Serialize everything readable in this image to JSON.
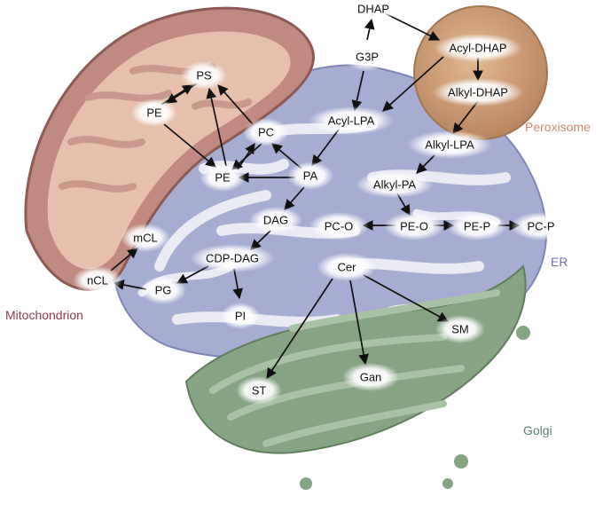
{
  "organelles": {
    "mitochondrion": {
      "label": "Mitochondrion",
      "color": "#8e3a4a"
    },
    "peroxisome": {
      "label": "Peroxisome",
      "color": "#c98e6b"
    },
    "er": {
      "label": "ER",
      "color": "#6d76a6"
    },
    "golgi": {
      "label": "Golgi",
      "color": "#5d7f7a"
    }
  },
  "lipids": {
    "dhap": "DHAP",
    "g3p": "G3P",
    "acyl_dhap": "Acyl-DHAP",
    "alkyl_dhap": "Alkyl-DHAP",
    "acyl_lpa": "Acyl-LPA",
    "alkyl_lpa": "Alkyl-LPA",
    "alkyl_pa": "Alkyl-PA",
    "ps": "PS",
    "pe_mito": "PE",
    "pc": "PC",
    "pe": "PE",
    "pa": "PA",
    "dag": "DAG",
    "pc_o": "PC-O",
    "pe_o": "PE-O",
    "pe_p": "PE-P",
    "pc_p": "PC-P",
    "mcl": "mCL",
    "ncl": "nCL",
    "cdp_dag": "CDP-DAG",
    "pg": "PG",
    "pi": "PI",
    "cer": "Cer",
    "sm": "SM",
    "st": "ST",
    "gan": "Gan"
  },
  "colors": {
    "mito_outer": "#b8786f",
    "mito_inner": "#e3b8a4",
    "peroxisome": "#c99a72",
    "er": "#9ba2cc",
    "golgi": "#7f9f7c",
    "arrow": "#111111"
  }
}
